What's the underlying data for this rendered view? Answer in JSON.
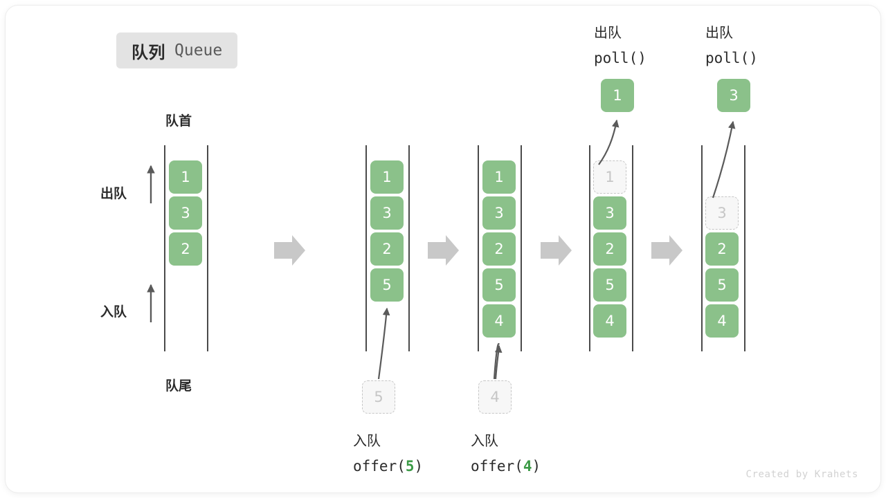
{
  "title": {
    "cn": "队列",
    "en": "Queue"
  },
  "labels": {
    "head": "队首",
    "tail": "队尾",
    "dequeue": "出队",
    "enqueue": "入队"
  },
  "credit": "Created by Krahets",
  "colors": {
    "cell_fill": "#8bc18a",
    "cell_text": "#ffffff",
    "ghost_fill": "#f7f7f7",
    "ghost_border": "#c6c6c6",
    "rail": "#4a4a4a",
    "arrow_gray": "#c8c8c8",
    "curve_arrow": "#5a5a5a",
    "accent_green": "#3b9a46",
    "badge_bg": "#e3e3e3",
    "text_dark": "#2b2b2b"
  },
  "steps": [
    {
      "id": "initial",
      "caption_cn": "",
      "caption_code": "",
      "cells": [
        {
          "value": "1",
          "state": "filled",
          "row": 0
        },
        {
          "value": "3",
          "state": "filled",
          "row": 1
        },
        {
          "value": "2",
          "state": "filled",
          "row": 2
        }
      ],
      "floating": null,
      "popped": null
    },
    {
      "id": "offer-5",
      "caption_cn": "入队",
      "caption_code": "offer(",
      "caption_arg": "5",
      "caption_code_end": ")",
      "cells": [
        {
          "value": "1",
          "state": "filled",
          "row": 0
        },
        {
          "value": "3",
          "state": "filled",
          "row": 1
        },
        {
          "value": "2",
          "state": "filled",
          "row": 2
        },
        {
          "value": "5",
          "state": "filled",
          "row": 3
        }
      ],
      "floating": {
        "value": "5",
        "state": "ghost"
      },
      "popped": null
    },
    {
      "id": "offer-4",
      "caption_cn": "入队",
      "caption_code": "offer(",
      "caption_arg": "4",
      "caption_code_end": ")",
      "cells": [
        {
          "value": "1",
          "state": "filled",
          "row": 0
        },
        {
          "value": "3",
          "state": "filled",
          "row": 1
        },
        {
          "value": "2",
          "state": "filled",
          "row": 2
        },
        {
          "value": "5",
          "state": "filled",
          "row": 3
        },
        {
          "value": "4",
          "state": "filled",
          "row": 4
        }
      ],
      "floating": {
        "value": "4",
        "state": "ghost"
      },
      "popped": null
    },
    {
      "id": "poll-1",
      "caption_cn": "出队",
      "caption_code": "poll()",
      "cells": [
        {
          "value": "1",
          "state": "ghost",
          "row": 0
        },
        {
          "value": "3",
          "state": "filled",
          "row": 1
        },
        {
          "value": "2",
          "state": "filled",
          "row": 2
        },
        {
          "value": "5",
          "state": "filled",
          "row": 3
        },
        {
          "value": "4",
          "state": "filled",
          "row": 4
        }
      ],
      "floating": null,
      "popped": {
        "value": "1",
        "state": "filled"
      }
    },
    {
      "id": "poll-3",
      "caption_cn": "出队",
      "caption_code": "poll()",
      "cells": [
        {
          "value": "3",
          "state": "ghost",
          "row": 1
        },
        {
          "value": "2",
          "state": "filled",
          "row": 2
        },
        {
          "value": "5",
          "state": "filled",
          "row": 3
        },
        {
          "value": "4",
          "state": "filled",
          "row": 4
        }
      ],
      "floating": null,
      "popped": {
        "value": "3",
        "state": "filled"
      }
    }
  ]
}
